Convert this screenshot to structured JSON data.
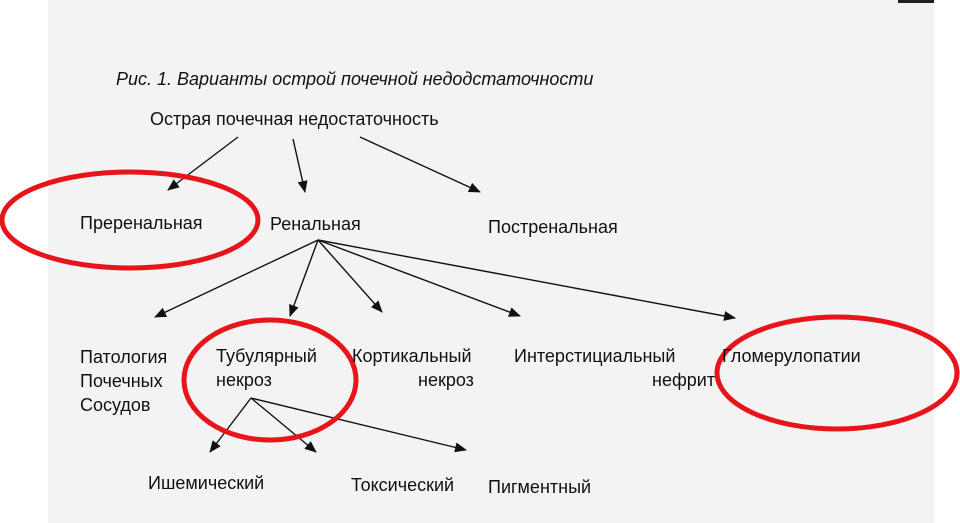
{
  "caption": "Рис. 1. Варианты острой почечной недодстаточности",
  "root": "Острая почечная недостаточность",
  "level1": {
    "prerenal": "Преренальная",
    "renal": "Ренальная",
    "postrenal": "Постренальная"
  },
  "renal_children": {
    "vascular": [
      "Патология",
      "Почечных",
      "Сосудов"
    ],
    "tubular": [
      "Тубулярный",
      "некроз"
    ],
    "cortical": [
      "Кортикальный",
      "некроз"
    ],
    "interstitial": [
      "Интерстициальный",
      "нефрит"
    ],
    "glomerular": "Гломерулопатии"
  },
  "tubular_children": {
    "ischemic": "Ишемический",
    "toxic": "Токсический",
    "pigment": "Пигментный"
  },
  "colors": {
    "highlight_ellipse": "#e8141b",
    "arrow": "#111111",
    "paper": "#f3f3f3"
  }
}
